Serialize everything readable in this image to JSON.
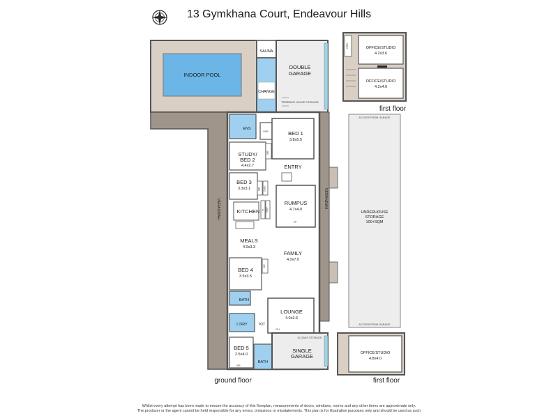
{
  "title": "13 Gymkhana Court, Endeavour Hills",
  "icons": {
    "compass": "compass-rose-icon"
  },
  "colors": {
    "wall": "#555555",
    "floor": "#ffffff",
    "deck": "#d9cfc4",
    "veranda": "#a0958a",
    "pool": "#6bb6e6",
    "wet_area": "#9fd0f0",
    "garage": "#ededed",
    "window": "#9bd4e8"
  },
  "labels": {
    "indoor_pool": "INDOOR POOL",
    "sauna": "SAUNA",
    "change": "CHANGE",
    "double_garage_1": "DOUBLE",
    "double_garage_2": "GARAGE",
    "to_under_house": "TO UNDER HOUSE STORAGE",
    "ens": "ENS",
    "wir": "WIR",
    "bed1": "BED 1",
    "bed1_dim": "3.8x5.5",
    "study_1": "STUDY/",
    "study_2": "BED 2",
    "study_dim": "4.4x2.7",
    "br": "BR",
    "entry": "ENTRY",
    "bed3": "BED 3",
    "bed3_dim": "3.3x3.1",
    "crd": "CRD",
    "kitchen": "KITCHEN",
    "p": "P",
    "ref": "REF",
    "rumpus": "RUMPUS",
    "rumpus_dim": "4.7x4.0",
    "fp": "FP",
    "meals": "MEALS",
    "meals_dim": "4.0x3.3",
    "family": "FAMILY",
    "family_dim": "4.0x7.0",
    "veranda_left": "VERANDAH",
    "veranda_right": "VERANDAH",
    "bed4": "BED 4",
    "bed4_dim": "3.5x3.5",
    "bath": "BATH",
    "lounge": "LOUNGE",
    "lounge_dim": "4.0x3.6",
    "ldry": "L'DRY",
    "kit": "KIT",
    "gh": "GH",
    "bed5": "BED 5",
    "bed5_dim": "2.5x4.0",
    "bath2": "BATH",
    "br2": "BR",
    "single_garage_1": "SINGLE",
    "single_garage_2": "GARAGE",
    "cloaks": "CLOAKS STORAGE",
    "office_top": "OFFICE/STUDIO",
    "office_top_dim": "4.2x3.6",
    "office_mid": "OFFICE/STUDIO",
    "office_mid_dim": "4.2x4.0",
    "crd_upper": "CRD",
    "office_bottom": "OFFICE/STUDIO",
    "office_bottom_dim": "4.8x4.0",
    "underhouse_1": "UNDERHOUSE",
    "underhouse_2": "STORAGE",
    "underhouse_3": "100+SQM",
    "access_garage_top": "ACCESS FROM GARAGE",
    "access_garage_bottom": "ACCESS FROM GARAGE"
  },
  "floors": {
    "ground": "ground floor",
    "first_top": "first floor",
    "first_bottom": "first floor"
  },
  "disclaimer": {
    "line1": "Whilst every attempt has been made to ensure the accuracy of this floorplan, measurements of doors, windows, rooms and any other items are approximate only.",
    "line2": "The producer or the agent cannot be held responsible for any errors, omissions or misstatements. This plan is for illustrative purposes only and should be used as such"
  }
}
